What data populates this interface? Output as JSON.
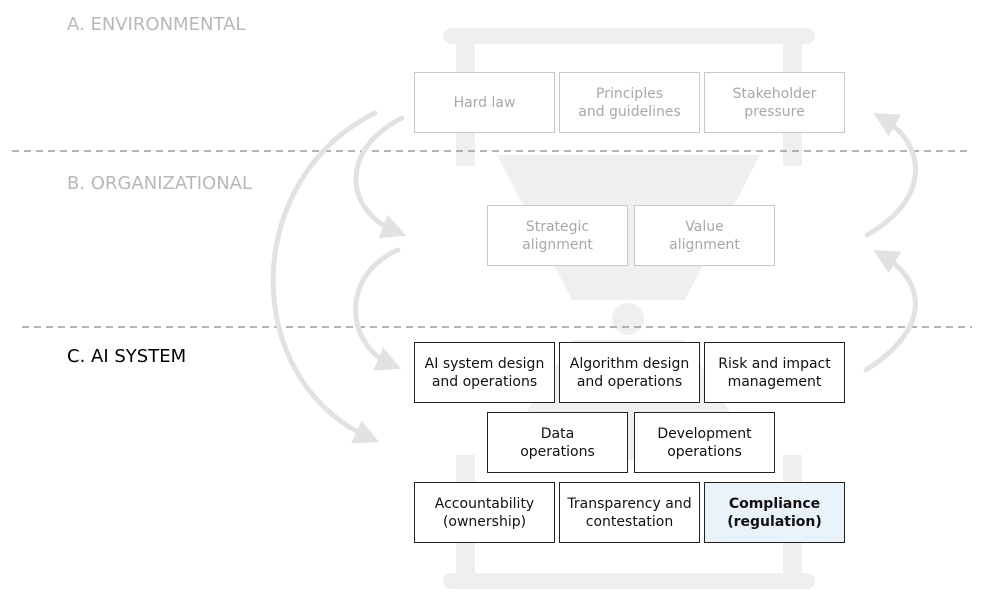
{
  "sections": [
    {
      "label": "A. ENVIRONMENTAL",
      "state": "faded"
    },
    {
      "label": "B. ORGANIZATIONAL",
      "state": "faded"
    },
    {
      "label": "C. AI SYSTEM",
      "state": "active"
    }
  ],
  "boxes": {
    "environmental": [
      "Hard law",
      "Principles\nand guidelines",
      "Stakeholder\npressure"
    ],
    "organizational": [
      "Strategic\nalignment",
      "Value\nalignment"
    ],
    "ai_system_row1": [
      "AI system design\nand operations",
      "Algorithm design\nand operations",
      "Risk and impact\nmanagement"
    ],
    "ai_system_row2": [
      "Data\noperations",
      "Development\noperations"
    ],
    "ai_system_row3": [
      "Accountability\n(ownership)",
      "Transparency and\ncontestation",
      "Compliance\n(regulation)"
    ]
  },
  "colors": {
    "faded_text": "#b8b8b8",
    "hourglass": "#efefef",
    "arrows": "#e2e2e2",
    "divider": "#9a9a9a",
    "highlight_fill": "#eaf2fa"
  }
}
